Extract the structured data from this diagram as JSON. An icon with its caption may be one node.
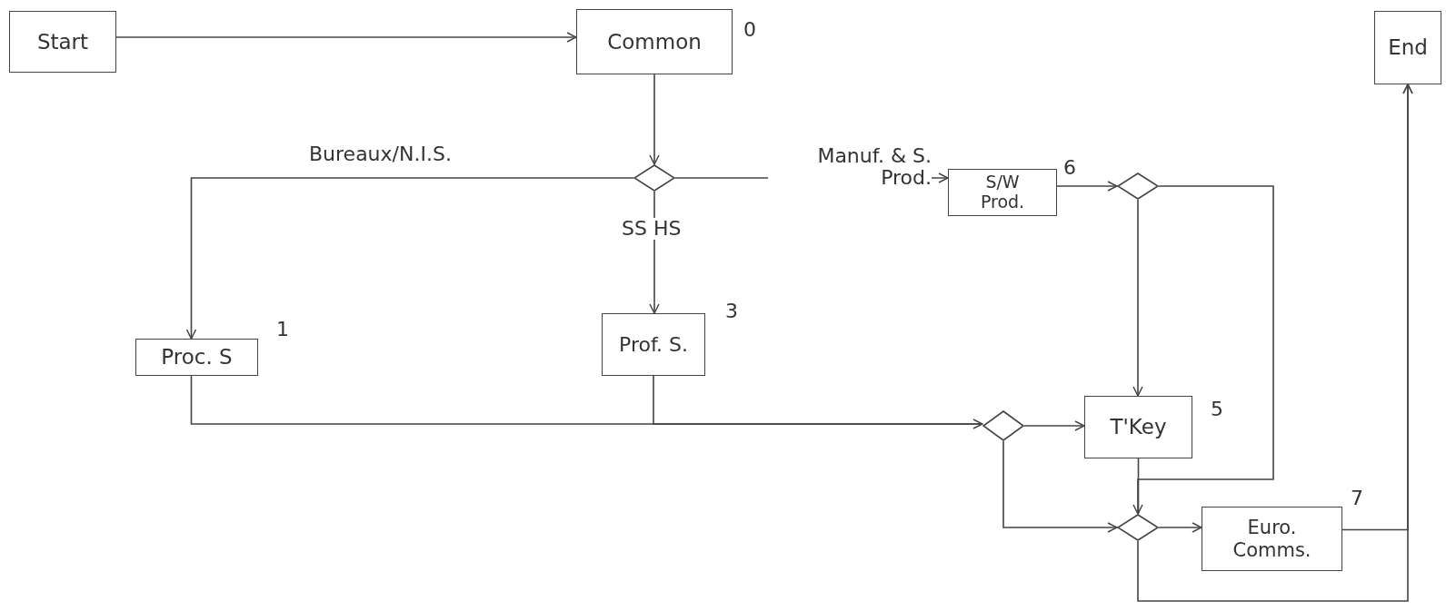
{
  "diagram": {
    "nodes": [
      {
        "text": [
          "Start"
        ]
      },
      {
        "text": [
          "Common"
        ],
        "beside": [
          "0"
        ]
      },
      {
        "text": [
          "End"
        ]
      },
      {
        "text": [],
        "shape": "diamond"
      },
      {
        "text": [
          "Proc. S"
        ],
        "beside": [
          "1"
        ]
      },
      {
        "text": [
          "Prof. S."
        ],
        "beside": [
          "3"
        ]
      },
      {
        "text": [
          "S/W Prod."
        ],
        "beside": [
          "6"
        ]
      },
      {
        "text": [],
        "shape": "diamond"
      },
      {
        "text": [],
        "shape": "diamond"
      },
      {
        "text": [
          "T'Key"
        ],
        "beside": [
          "5"
        ]
      },
      {
        "text": [],
        "shape": "diamond"
      },
      {
        "text": [
          "Euro. Comms."
        ],
        "beside": [
          "7"
        ]
      }
    ],
    "edges": [
      {
        "from": 0,
        "to": 1,
        "arrow": "to"
      },
      {
        "from": 1,
        "to": 3,
        "arrow": "to"
      },
      {
        "from": 3,
        "to": 4,
        "arrow": "to",
        "label": "Bureaux/N.I.S."
      },
      {
        "from": 3,
        "to": 5,
        "arrow": "to",
        "label": "SS HS"
      },
      {
        "from": 3,
        "to": 6,
        "arrow": "to",
        "label": "Manuf. & S. Prod."
      },
      {
        "from": 4,
        "to": 8,
        "arrow": "none"
      },
      {
        "from": 5,
        "to": 8,
        "arrow": "to"
      },
      {
        "from": 8,
        "to": 9,
        "arrow": "to"
      },
      {
        "from": 8,
        "to": 10,
        "arrow": "to"
      },
      {
        "from": 6,
        "to": 7,
        "arrow": "to"
      },
      {
        "from": 7,
        "to": 9,
        "arrow": "to"
      },
      {
        "from": 7,
        "to": 10,
        "arrow": "to"
      },
      {
        "from": 9,
        "to": 10,
        "arrow": "none"
      },
      {
        "from": 10,
        "to": 11,
        "arrow": "to"
      },
      {
        "from": 11,
        "to": 2,
        "arrow": "to"
      },
      {
        "from": 10,
        "to": 2,
        "arrow": "to"
      }
    ]
  }
}
